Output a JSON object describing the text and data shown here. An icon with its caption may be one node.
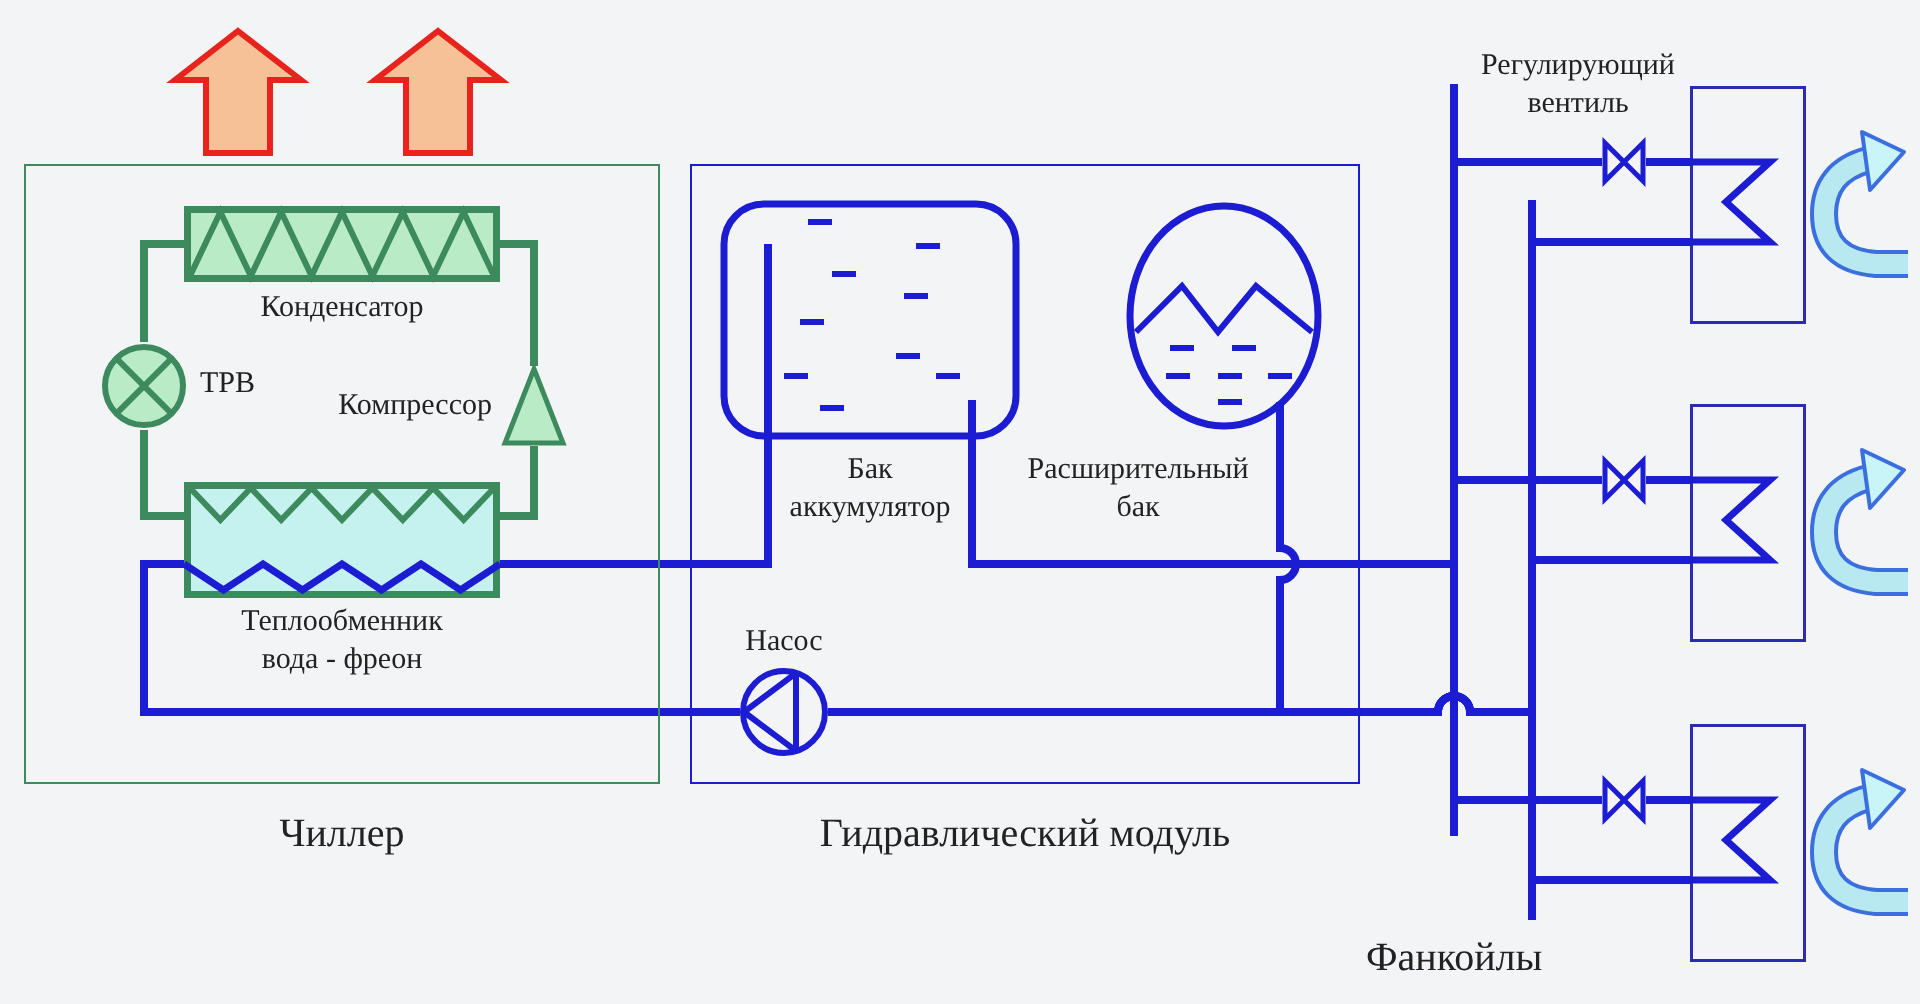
{
  "diagram": {
    "nodes": [
      {
        "text": [
          "Чиллер"
        ]
      },
      {
        "text": [
          "Конденсатор"
        ],
        "in": 0
      },
      {
        "text": [
          "ТРВ"
        ],
        "in": 0
      },
      {
        "text": [
          "Компрессор"
        ],
        "in": 0
      },
      {
        "text": [
          "Теплообменник вода - фреон"
        ],
        "in": 0
      },
      {
        "text": [
          "Гидравлический модуль"
        ]
      },
      {
        "text": [
          "Бак аккумулятор"
        ],
        "in": 5
      },
      {
        "text": [
          "Расширительный бак"
        ],
        "in": 5
      },
      {
        "text": [
          "Насос"
        ],
        "in": 5
      },
      {
        "text": [],
        "shape": "valve"
      },
      {
        "text": [],
        "shape": "box"
      },
      {
        "text": [],
        "shape": "valve"
      },
      {
        "text": [],
        "shape": "box"
      },
      {
        "text": [],
        "shape": "valve"
      },
      {
        "text": [],
        "shape": "box"
      }
    ],
    "edges": [
      {
        "from": 1,
        "to": 2,
        "arrow": "none",
        "color": "#3d8a5f"
      },
      {
        "from": 2,
        "to": 4,
        "arrow": "none",
        "color": "#3d8a5f"
      },
      {
        "from": 4,
        "to": 3,
        "arrow": "none",
        "color": "#3d8a5f"
      },
      {
        "from": 3,
        "to": 1,
        "arrow": "none",
        "color": "#3d8a5f"
      },
      {
        "from": 4,
        "to": 6,
        "arrow": "none"
      },
      {
        "from": 6,
        "to": 9,
        "arrow": "none"
      },
      {
        "from": 6,
        "to": 11,
        "arrow": "none"
      },
      {
        "from": 6,
        "to": 13,
        "arrow": "none"
      },
      {
        "from": 9,
        "to": 10,
        "arrow": "none"
      },
      {
        "from": 11,
        "to": 12,
        "arrow": "none"
      },
      {
        "from": 13,
        "to": 14,
        "arrow": "none"
      },
      {
        "from": 10,
        "to": 8,
        "arrow": "none"
      },
      {
        "from": 12,
        "to": 8,
        "arrow": "none"
      },
      {
        "from": 14,
        "to": 8,
        "arrow": "none"
      },
      {
        "from": 7,
        "to": 8,
        "arrow": "none"
      },
      {
        "from": 8,
        "to": 4,
        "arrow": "none"
      }
    ],
    "labels": [
      "Регулирующий вентиль",
      "Фанкойлы"
    ]
  }
}
